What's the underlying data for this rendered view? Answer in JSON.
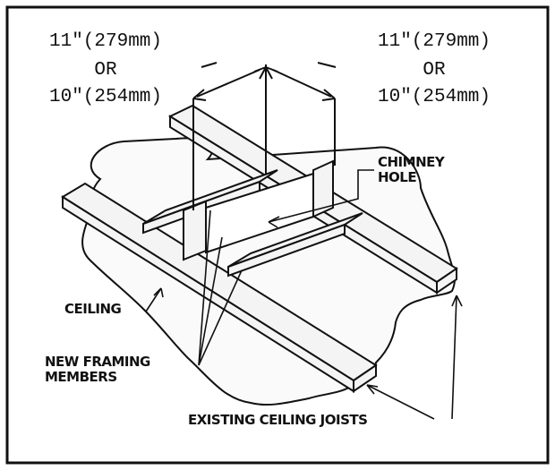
{
  "left_dimension": {
    "imperial": "11\"(279mm)",
    "connector": "OR",
    "metric": "10\"(254mm)"
  },
  "right_dimension": {
    "imperial": "11\"(279mm)",
    "connector": "OR",
    "metric": "10\"(254mm)"
  },
  "callouts": {
    "chimney_hole_line1": "CHIMNEY",
    "chimney_hole_line2": "HOLE",
    "ceiling": "CEILING",
    "new_framing_line1": "NEW FRAMING",
    "new_framing_line2": "MEMBERS",
    "existing_joists": "EXISTING CEILING JOISTS"
  },
  "colors": {
    "ink": "#111111",
    "paper": "#ffffff",
    "framing_fill": "#f4f4f4",
    "ceiling_fill": "#fafafa"
  }
}
